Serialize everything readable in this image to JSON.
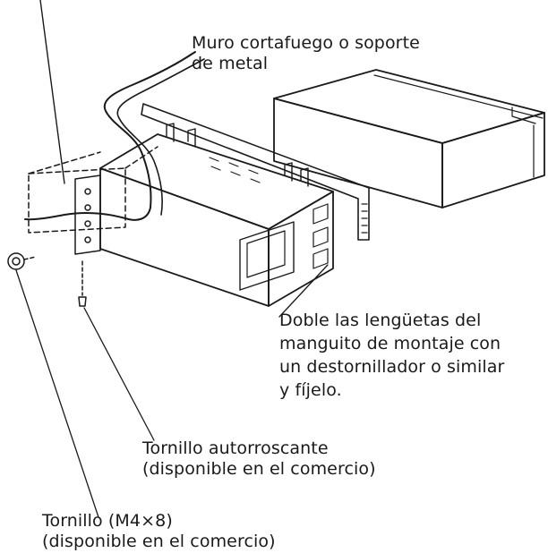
{
  "callouts": {
    "firewall": {
      "line1": "Muro cortafuego o soporte",
      "line2": "de metal"
    },
    "bend_tabs": {
      "line1": "Doble las lengüetas del",
      "line2": "manguito de montaje con",
      "line3": "un destornillador o similar",
      "line4": "y fíjelo."
    },
    "self_tapping_screw": {
      "line1": "Tornillo autorroscante",
      "line2": "(disponible en el comercio)"
    },
    "screw": {
      "line1": "Tornillo (M4×8)",
      "line2": "(disponible en el comercio)"
    }
  },
  "colors": {
    "ink": "#1a1a1a",
    "background": "#ffffff"
  }
}
